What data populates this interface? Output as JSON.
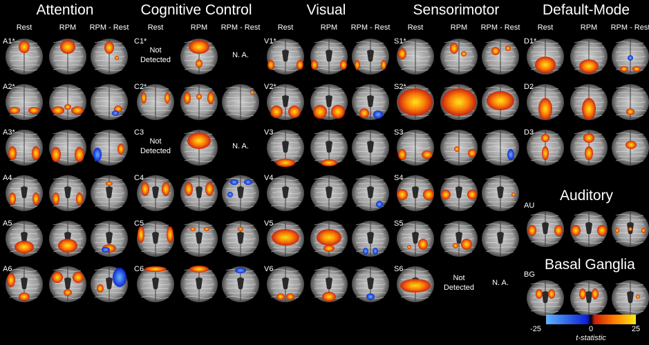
{
  "panels": [
    {
      "key": "attention",
      "title": "Attention",
      "columns": [
        "Rest",
        "RPM",
        "RPM - Rest"
      ],
      "rows": [
        {
          "label": "A1*"
        },
        {
          "label": "A2*"
        },
        {
          "label": "A3*"
        },
        {
          "label": "A4"
        },
        {
          "label": "A5"
        },
        {
          "label": "A6"
        }
      ]
    },
    {
      "key": "cognitive",
      "title": "Cognitive Control",
      "columns": [
        "Rest",
        "RPM",
        "RPM - Rest"
      ],
      "rows": [
        {
          "label": "C1*",
          "rest_text": "Not\nDetected",
          "diff_text": "N. A."
        },
        {
          "label": "C2*"
        },
        {
          "label": "C3",
          "rest_text": "Not\nDetected",
          "diff_text": "N. A."
        },
        {
          "label": "C4"
        },
        {
          "label": "C5"
        },
        {
          "label": "C6"
        }
      ]
    },
    {
      "key": "visual",
      "title": "Visual",
      "columns": [
        "Rest",
        "RPM",
        "RPM - Rest"
      ],
      "rows": [
        {
          "label": "V1*"
        },
        {
          "label": "V2*"
        },
        {
          "label": "V3"
        },
        {
          "label": "V4"
        },
        {
          "label": "V5"
        },
        {
          "label": "V6"
        }
      ]
    },
    {
      "key": "sensorimotor",
      "title": "Sensorimotor",
      "columns": [
        "Rest",
        "RPM",
        "RPM - Rest"
      ],
      "rows": [
        {
          "label": "S1*"
        },
        {
          "label": "S2*"
        },
        {
          "label": "S3"
        },
        {
          "label": "S4"
        },
        {
          "label": "S5"
        },
        {
          "label": "S6",
          "rpm_text": "Not\nDetected",
          "diff_text": "N. A."
        }
      ]
    },
    {
      "key": "default",
      "title": "Default-Mode",
      "columns": [
        "Rest",
        "RPM",
        "RPM - Rest"
      ],
      "rows": [
        {
          "label": "D1*"
        },
        {
          "label": "D2"
        },
        {
          "label": "D3"
        }
      ]
    }
  ],
  "auditory": {
    "title": "Auditory",
    "label": "AU"
  },
  "basal": {
    "title": "Basal Ganglia",
    "label": "BG"
  },
  "colorbar": {
    "min": "-25",
    "mid": "0",
    "max": "25",
    "caption": "t-statistic",
    "colors": {
      "neg_dark": "#0a1fd6",
      "neg_light": "#5fb4ff",
      "pos_dark": "#c81e0a",
      "pos_mid": "#ff7a00",
      "pos_light": "#ffe812"
    }
  }
}
